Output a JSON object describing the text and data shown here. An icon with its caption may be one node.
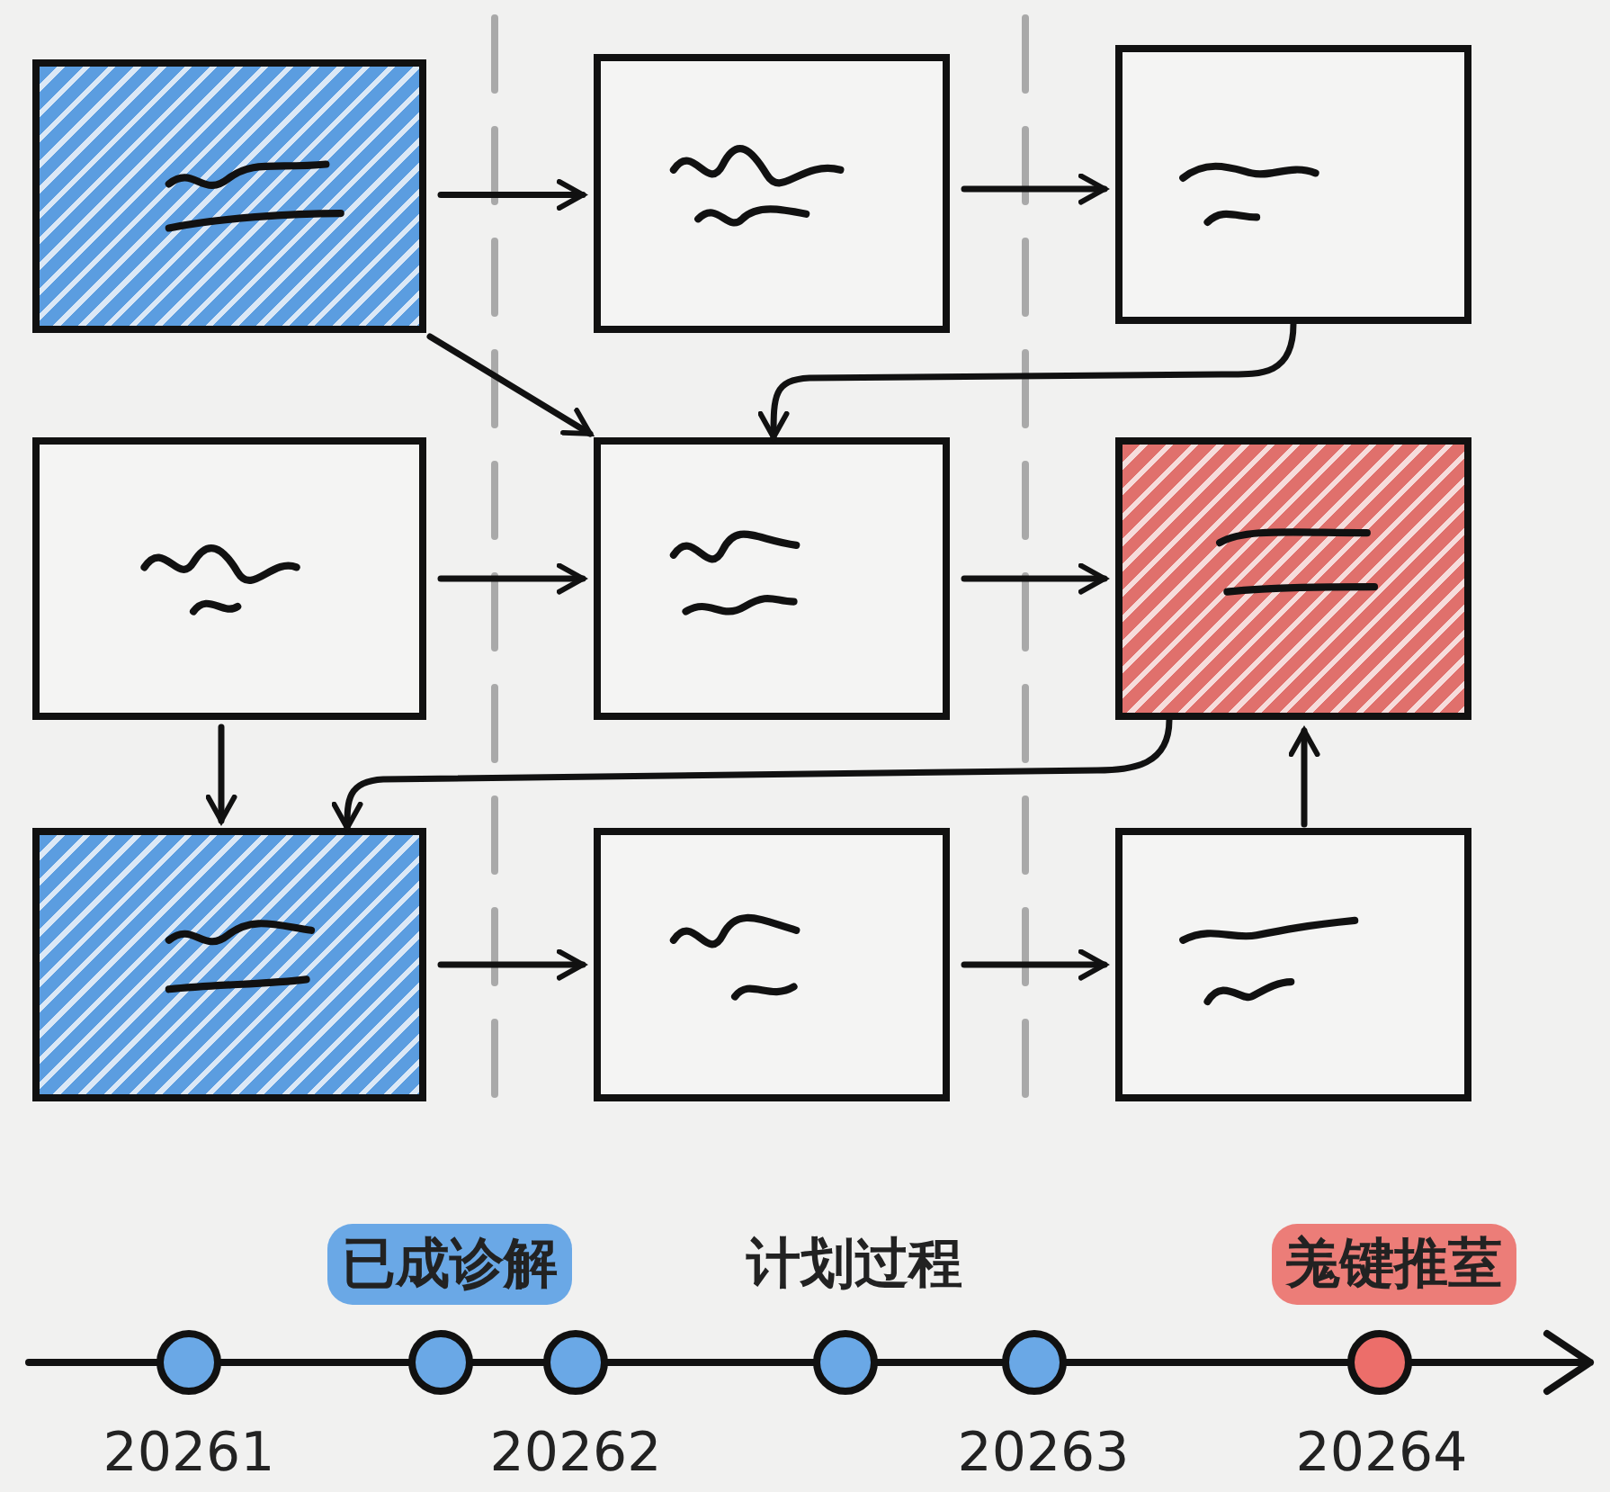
{
  "diagram": {
    "nodes": [
      {
        "text": [],
        "shape": "box"
      },
      {
        "text": [],
        "shape": "box"
      },
      {
        "text": [],
        "shape": "box"
      },
      {
        "text": [],
        "shape": "box"
      },
      {
        "text": [],
        "shape": "box"
      },
      {
        "text": [],
        "shape": "box"
      },
      {
        "text": [],
        "shape": "box"
      },
      {
        "text": [],
        "shape": "box"
      },
      {
        "text": [],
        "shape": "box"
      }
    ],
    "edges": [
      {
        "from": 0,
        "to": 1,
        "arrow": "to"
      },
      {
        "from": 1,
        "to": 2,
        "arrow": "to"
      },
      {
        "from": 0,
        "to": 4,
        "arrow": "to"
      },
      {
        "from": 2,
        "to": 4,
        "arrow": "to"
      },
      {
        "from": 3,
        "to": 4,
        "arrow": "to"
      },
      {
        "from": 4,
        "to": 5,
        "arrow": "to"
      },
      {
        "from": 3,
        "to": 6,
        "arrow": "to"
      },
      {
        "from": 5,
        "to": 6,
        "arrow": "to"
      },
      {
        "from": 6,
        "to": 7,
        "arrow": "to"
      },
      {
        "from": 7,
        "to": 8,
        "arrow": "to"
      },
      {
        "from": 8,
        "to": 5,
        "arrow": "to"
      }
    ],
    "labels": [
      "已成诊解",
      "计划过程",
      "羗键推荎",
      "20261",
      "20262",
      "20263",
      "20264"
    ]
  }
}
